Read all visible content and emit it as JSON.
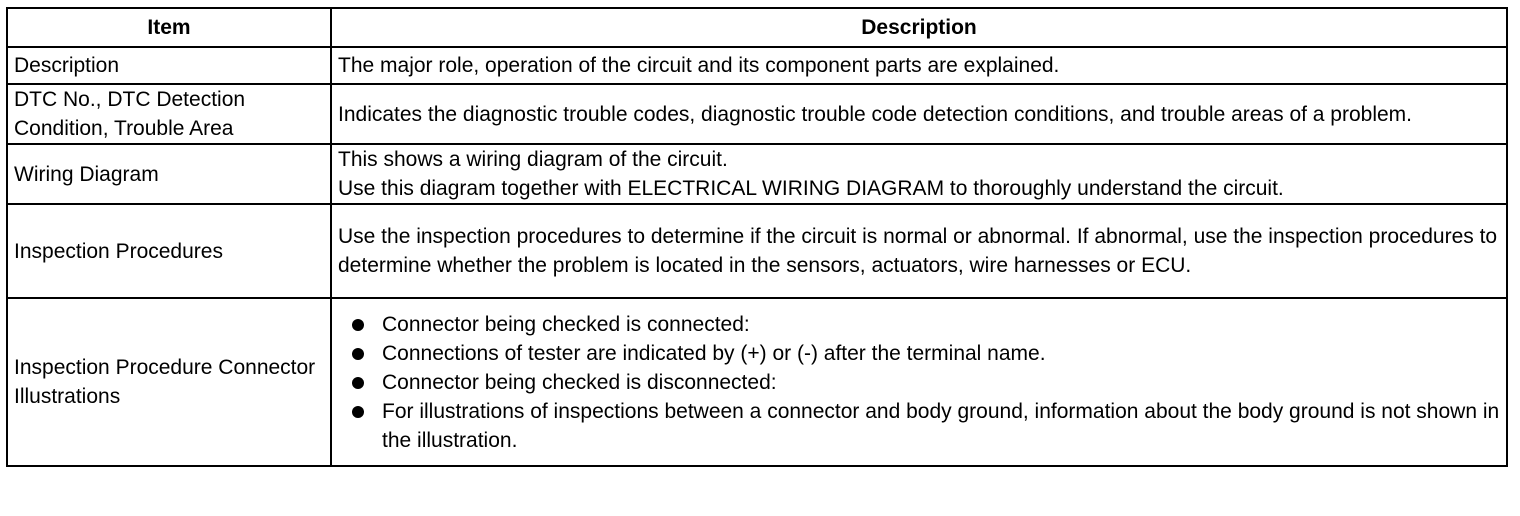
{
  "table": {
    "header": {
      "item": "Item",
      "description": "Description"
    },
    "rows": [
      {
        "item": "Description",
        "lines": [
          "The major role, operation of the circuit and its component parts are explained."
        ]
      },
      {
        "item": "DTC No., DTC Detection Condition, Trouble Area",
        "lines": [
          "Indicates the diagnostic trouble codes, diagnostic trouble code detection conditions, and trouble areas of a problem."
        ]
      },
      {
        "item": "Wiring Diagram",
        "lines": [
          "This shows a wiring diagram of the circuit.",
          "Use this diagram together with ELECTRICAL WIRING DIAGRAM to thoroughly understand the circuit."
        ]
      },
      {
        "item": "Inspection Procedures",
        "lines": [
          "Use the inspection procedures to determine if the circuit is normal or abnormal. If abnormal, use the inspection procedures to determine whether the problem is located in the sensors, actuators, wire harnesses or ECU."
        ]
      },
      {
        "item": "Inspection Procedure Connector Illustrations",
        "bullets": [
          "Connector being checked is connected:",
          "Connections of tester are indicated by (+) or (-) after the terminal name.",
          "Connector being checked is disconnected:",
          "For illustrations of inspections between a connector and body ground, information about the body ground is not shown in the illustration."
        ]
      }
    ]
  }
}
